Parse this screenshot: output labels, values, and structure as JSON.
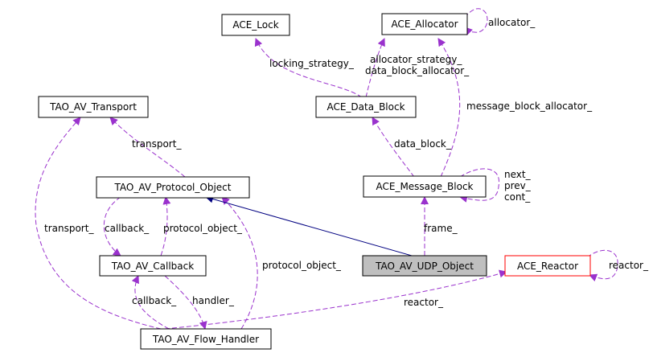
{
  "diagram": {
    "colors": {
      "uses_edge": "#9a32cd",
      "inherit_edge": "#000080",
      "node_border": "#000000",
      "highlight_fill": "#bfbfbf",
      "missing_class_border": "#ff0000"
    },
    "nodes": {
      "ace_lock": "ACE_Lock",
      "ace_allocator": "ACE_Allocator",
      "tao_av_transport": "TAO_AV_Transport",
      "ace_data_block": "ACE_Data_Block",
      "tao_av_protocol_object": "TAO_AV_Protocol_Object",
      "ace_message_block": "ACE_Message_Block",
      "tao_av_callback": "TAO_AV_Callback",
      "tao_av_udp_object": "TAO_AV_UDP_Object",
      "ace_reactor": "ACE_Reactor",
      "tao_av_flow_handler": "TAO_AV_Flow_Handler"
    },
    "edge_labels": {
      "allocator_self": "allocator_",
      "locking_strategy": "locking_strategy_",
      "allocator_strategy": "allocator_strategy_",
      "data_block_allocator": "data_block_allocator_",
      "message_block_allocator": "message_block_allocator_",
      "transport_protocol": "transport_",
      "data_block": "data_block_",
      "next": "next_",
      "prev": "prev_",
      "cont": "cont_",
      "transport_flow": "transport_",
      "callback": "callback_",
      "protocol_object_callback": "protocol_object_",
      "protocol_object_flow": "protocol_object_",
      "frame": "frame_",
      "reactor_self": "reactor_",
      "callback_flow": "callback_",
      "handler": "handler_",
      "reactor": "reactor_"
    }
  }
}
